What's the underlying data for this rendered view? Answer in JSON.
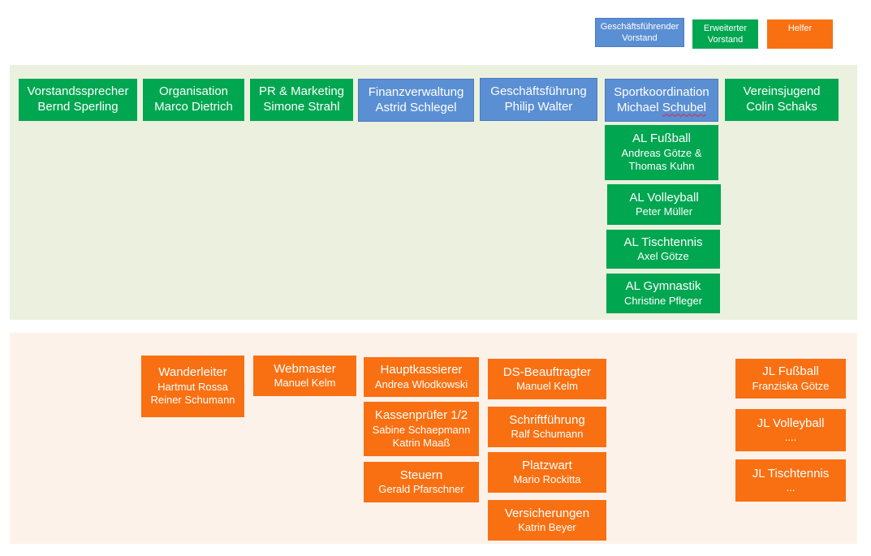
{
  "legend": {
    "gf_line1": "Geschäftsführender",
    "gf_line2": "Vorstand",
    "ev_line1": "Erweiterter",
    "ev_line2": "Vorstand",
    "helfer": "Helfer"
  },
  "board": {
    "vorstandssprecher": {
      "title": "Vorstandssprecher",
      "name": "Bernd Sperling"
    },
    "organisation": {
      "title": "Organisation",
      "name": "Marco Dietrich"
    },
    "pr": {
      "title": "PR & Marketing",
      "name": "Simone Strahl"
    },
    "finanz": {
      "title": "Finanzverwaltung",
      "name": "Astrid Schlegel"
    },
    "gf": {
      "title": "Geschäftsführung",
      "name": "Philip Walter"
    },
    "sport": {
      "title": "Sportkoordination",
      "name_a": "Michael ",
      "name_b": "Schubel"
    },
    "jugend": {
      "title": "Vereinsjugend",
      "name": "Colin Schaks"
    }
  },
  "departments": {
    "fussball": {
      "title": "AL Fußball",
      "line1": "Andreas Götze &",
      "line2": "Thomas Kuhn"
    },
    "volleyball": {
      "title": "AL Volleyball",
      "name": "Peter Müller"
    },
    "tischtennis": {
      "title": "AL Tischtennis",
      "name": "Axel Götze"
    },
    "gymnastik": {
      "title": "AL Gymnastik",
      "name": "Christine Pfleger"
    }
  },
  "helpers": {
    "wanderleiter": {
      "title": "Wanderleiter",
      "line1": "Hartmut Rossa",
      "line2": "Reiner Schumann"
    },
    "webmaster": {
      "title": "Webmaster",
      "name": "Manuel Kelm"
    },
    "hauptkassierer": {
      "title": "Hauptkassierer",
      "name": "Andrea Wlodkowski"
    },
    "kassenpruefer": {
      "title": "Kassenprüfer 1/2",
      "line1": "Sabine Schaepmann",
      "line2": "Katrin Maaß"
    },
    "steuern": {
      "title": "Steuern",
      "name": "Gerald Pfarschner"
    },
    "ds": {
      "title": "DS-Beauftragter",
      "name": "Manuel Kelm"
    },
    "schrift": {
      "title": "Schriftführung",
      "name": "Ralf Schumann"
    },
    "platzwart": {
      "title": "Platzwart",
      "name": "Mario Rockitta"
    },
    "versicherungen": {
      "title": "Versicherungen",
      "name": "Katrin Beyer"
    },
    "jl_fussball": {
      "title": "JL Fußball",
      "name": "Franziska Götze"
    },
    "jl_volleyball": {
      "title": "JL Volleyball",
      "name": "...."
    },
    "jl_tischtennis": {
      "title": "JL Tischtennis",
      "name": "..."
    }
  },
  "colors": {
    "geschaeftsfuehrend": "#5b8fd4",
    "erweitert": "#00a650",
    "helfer": "#f97012"
  }
}
